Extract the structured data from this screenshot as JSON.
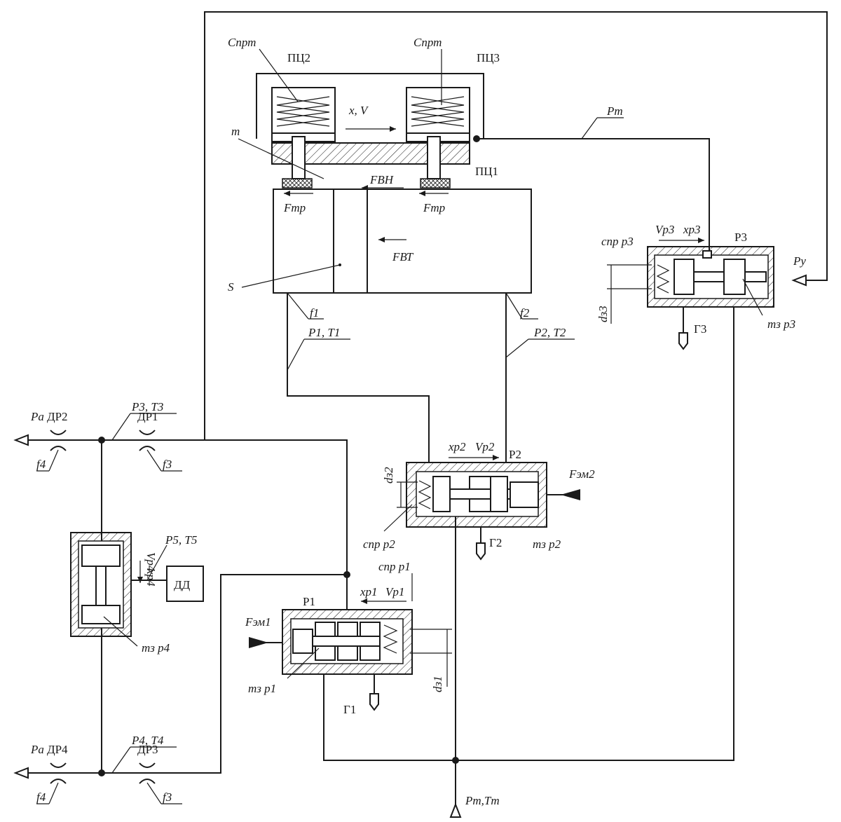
{
  "labels": {
    "c_prt_1": "Cпрт",
    "c_prt_2": "Cпрт",
    "ptc2": "ПЦ2",
    "ptc3": "ПЦ3",
    "ptc1": "ПЦ1",
    "x_v": "x, V",
    "m": "m",
    "f_vn": "FВН",
    "f_tr_1": "Fтр",
    "f_tr_2": "Fтр",
    "f_vt": "FВТ",
    "s": "S",
    "f1": "f1",
    "f2": "f2",
    "p1_t1": "P1, T1",
    "p2_t2": "P2, T2",
    "p_t": "Pт",
    "p_y": "Pу",
    "r3": "Р3",
    "v_p3": "Vр3",
    "x_p3": "xр3",
    "c_pr_p3": "cпр р3",
    "d_z3": "dз3",
    "g3": "Г3",
    "m_z_p3": "mз р3",
    "pa_top": "Pа",
    "dr2": "ДР2",
    "dr1": "ДР1",
    "f4_top": "f4",
    "f3_top": "f3",
    "p3_t3": "P3, T3",
    "r2": "Р2",
    "x_p2": "xр2",
    "v_p2": "Vр2",
    "d_z2": "dз2",
    "f_em2": "Fэм2",
    "c_pr_p2": "cпр р2",
    "g2": "Г2",
    "m_z_p2": "mз р2",
    "v_p4": "Vр4",
    "x_p4": "xр4",
    "p5_t5": "P5, T5",
    "dd": "ДД",
    "m_z_p4": "mз р4",
    "c_pr_p1": "cпр р1",
    "x_p1": "xр1",
    "v_p1": "Vр1",
    "r1": "Р1",
    "f_em1": "Fэм1",
    "m_z_p1": "mз р1",
    "d_z1": "dз1",
    "g1": "Г1",
    "pa_bot": "Pа",
    "dr4": "ДР4",
    "dr3": "ДР3",
    "f4_bot": "f4",
    "f3_bot": "f3",
    "p4_t4": "P4, T4",
    "pm_tm": "Pm,Tm"
  }
}
